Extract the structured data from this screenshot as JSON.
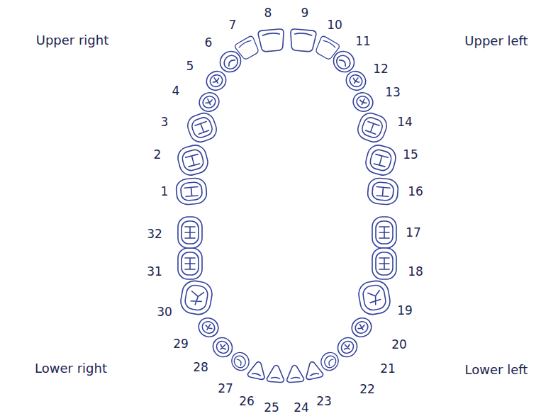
{
  "diagram": {
    "labels": [
      "Upper right",
      "Upper left",
      "1",
      "2",
      "3",
      "4",
      "5",
      "6",
      "7",
      "8",
      "9",
      "10",
      "11",
      "12",
      "13",
      "14",
      "15",
      "16",
      "17",
      "18",
      "19",
      "20",
      "21",
      "22",
      "23",
      "24",
      "25",
      "26",
      "27",
      "28",
      "29",
      "30",
      "31",
      "32",
      "Lower right",
      "Lower left"
    ]
  }
}
